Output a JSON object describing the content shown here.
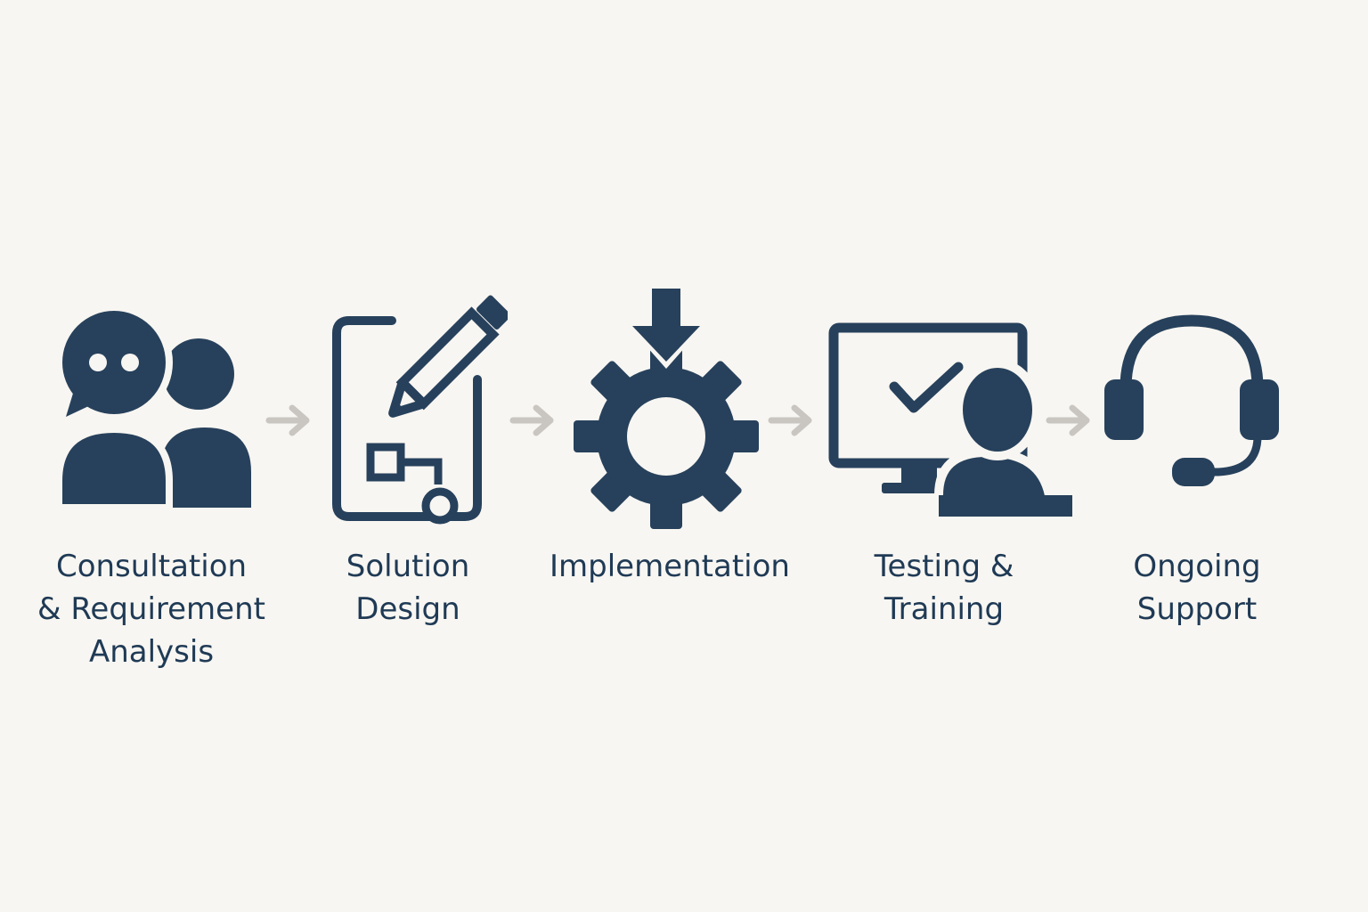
{
  "colors": {
    "primary": "#27415c",
    "arrow": "#c9c6c1",
    "background": "#f8f6f2",
    "text": "#1f3a55"
  },
  "steps": [
    {
      "icon": "consultation-icon",
      "lines": [
        "Consultation",
        "& Requirement",
        "Analysis"
      ]
    },
    {
      "icon": "design-document-icon",
      "lines": [
        "Solution",
        "Design"
      ]
    },
    {
      "icon": "gear-install-icon",
      "lines": [
        "Implementation"
      ]
    },
    {
      "icon": "monitor-user-check-icon",
      "lines": [
        "Testing &",
        "Training"
      ]
    },
    {
      "icon": "headset-icon",
      "lines": [
        "Ongoing",
        "Support"
      ]
    }
  ]
}
